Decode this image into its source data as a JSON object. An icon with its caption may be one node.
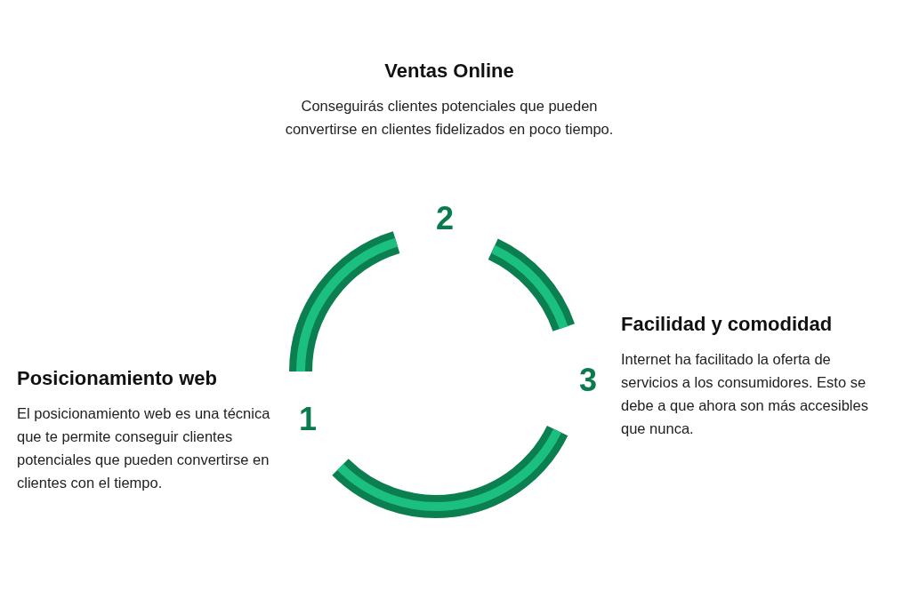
{
  "diagram": {
    "nodes": [
      {
        "text": [
          "Posicionamiento web",
          "El posicionamiento web es una técnica que te permite conseguir clientes potenciales que pueden convertirse en clientes con el tiempo."
        ],
        "beside": [
          "1"
        ]
      },
      {
        "text": [
          "Ventas Online",
          "Conseguirás clientes potenciales que pueden convertirse en clientes fidelizados en poco tiempo."
        ],
        "beside": [
          "2"
        ]
      },
      {
        "text": [
          "Facilidad y comodidad",
          "Internet ha facilitado la oferta de servicios a los consumidores. Esto se debe a que ahora son más accesibles que nunca."
        ],
        "beside": [
          "3"
        ]
      }
    ]
  }
}
